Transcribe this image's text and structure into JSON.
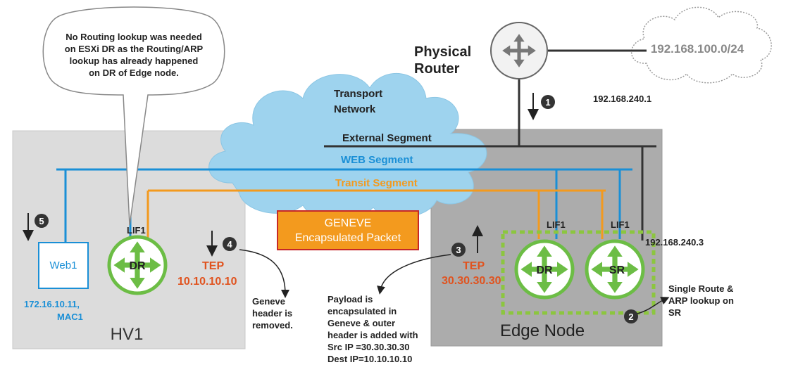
{
  "callout": {
    "line1": "No Routing lookup was needed",
    "line2": "on ESXi DR as the Routing/ARP",
    "line3": "lookup has already happened",
    "line4": "on DR of Edge node."
  },
  "router": {
    "line1": "Physical",
    "line2": "Router"
  },
  "network": {
    "cidr": "192.168.100.0/24"
  },
  "transport": {
    "line1": "Transport",
    "line2": "Network"
  },
  "segments": {
    "external": "External Segment",
    "web": "WEB Segment",
    "transit": "Transit Segment"
  },
  "ips": {
    "uplink": "192.168.240.1",
    "sr_uplink": "192.168.240.3"
  },
  "geneve": {
    "line1": "GENEVE",
    "line2": "Encapsulated Packet"
  },
  "hv1": {
    "title": "HV1",
    "vm": "Web1",
    "vm_ip": "172.16.10.11,",
    "vm_mac": "MAC1",
    "dr_label": "DR",
    "lif": "LIF1",
    "tep_label": "TEP",
    "tep_ip": "10.10.10.10"
  },
  "edge": {
    "title": "Edge Node",
    "dr_label": "DR",
    "sr_label": "SR",
    "lif_dr": "LIF1",
    "lif_sr": "LIF1",
    "tep_label": "TEP",
    "tep_ip": "30.30.30.30"
  },
  "steps": {
    "s1": "1",
    "s2": "2",
    "s3": "3",
    "s4": "4",
    "s5": "5"
  },
  "notes": {
    "geneve_removed": {
      "l1": "Geneve",
      "l2": "header is",
      "l3": "removed."
    },
    "encapsulated": {
      "l1": "Payload is",
      "l2": "encapsulated in",
      "l3": "Geneve & outer",
      "l4": "header is added with",
      "l5": "Src IP =30.30.30.30",
      "l6": "Dest IP=10.10.10.10"
    },
    "single_route": {
      "l1": "Single Route &",
      "l2": "ARP lookup on",
      "l3": "SR"
    }
  },
  "colors": {
    "web": "#1a8fd6",
    "transit": "#f39a1e",
    "external": "#333333",
    "router_green": "#6cbd45",
    "tep_orange": "#e0531f",
    "geneve_fill": "#f39a1e",
    "geneve_border": "#c62828",
    "cloud": "#9ed3ee"
  }
}
